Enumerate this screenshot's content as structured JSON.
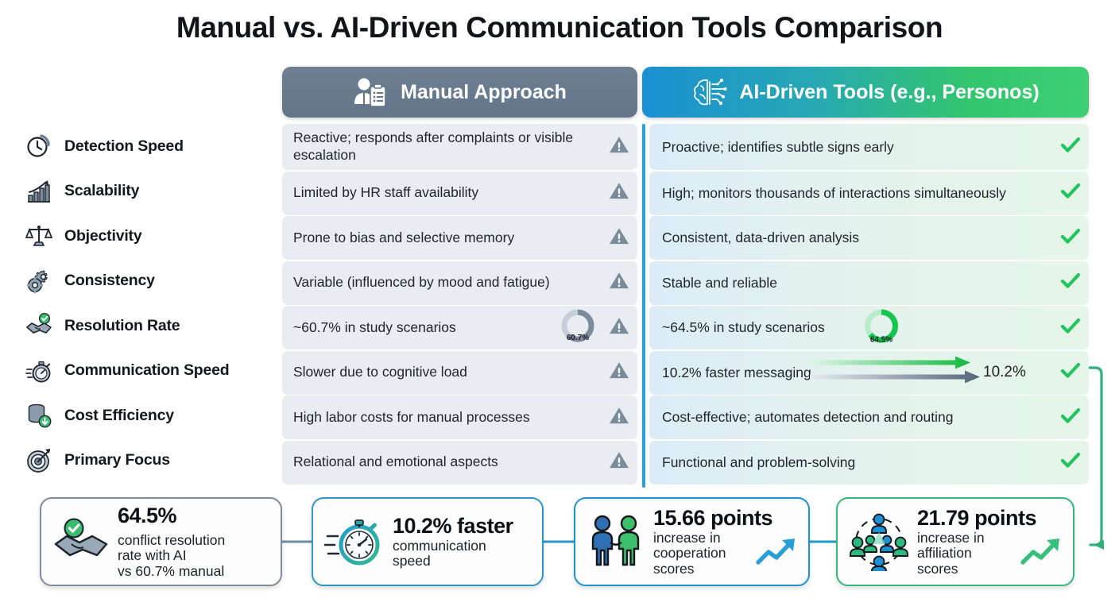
{
  "title": "Manual vs. AI-Driven Communication Tools Comparison",
  "headers": {
    "manual": {
      "label": "Manual Approach",
      "icon": "person-clipboard-icon",
      "color": "#627589"
    },
    "ai": {
      "label": "AI-Driven Tools (e.g., Personos)",
      "icon": "ai-brain-circuit-icon",
      "color_from": "#1b8fd1",
      "color_to": "#3ecf73"
    }
  },
  "rows": [
    {
      "label": "Detection Speed",
      "icon": "clock-refresh-icon",
      "manual": "Reactive; responds after complaints or visible escalation",
      "ai": "Proactive; identifies subtle signs early"
    },
    {
      "label": "Scalability",
      "icon": "bar-chart-growth-icon",
      "manual": "Limited by HR staff availability",
      "ai": "High; monitors thousands of interactions simultaneously"
    },
    {
      "label": "Objectivity",
      "icon": "balance-scale-icon",
      "manual": "Prone to bias and selective memory",
      "ai": "Consistent, data-driven analysis"
    },
    {
      "label": "Consistency",
      "icon": "gears-icon",
      "manual": "Variable (influenced by mood and fatigue)",
      "ai": "Stable and reliable"
    },
    {
      "label": "Resolution Rate",
      "icon": "handshake-check-icon",
      "manual": "~60.7% in study scenarios",
      "ai": "~64.5% in study scenarios",
      "manual_donut": "60.7%",
      "ai_donut": "64.5%"
    },
    {
      "label": "Communication Speed",
      "icon": "stopwatch-icon",
      "manual": "Slower due to cognitive load",
      "ai": "10.2% faster messaging",
      "ai_arrow_value": "10.2%"
    },
    {
      "label": "Cost Efficiency",
      "icon": "coins-down-icon",
      "manual": "High labor costs for manual processes",
      "ai": "Cost-effective; automates detection and routing"
    },
    {
      "label": "Primary Focus",
      "icon": "target-arrow-icon",
      "manual": "Relational and emotional aspects",
      "ai": "Functional and problem-solving"
    }
  ],
  "cards": [
    {
      "icon": "handshake-check-icon",
      "value": "64.5%",
      "label_inline": "conflict resolution",
      "label_line2": "rate with AI",
      "label_line3": "vs 60.7% manual",
      "border_color": "#7e8c9c"
    },
    {
      "icon": "stopwatch-icon",
      "value": "10.2% faster",
      "label_line2": "communication",
      "label_line3": "speed",
      "border_color": "#2b97c4"
    },
    {
      "icon": "two-people-handshake-icon",
      "value": "15.66 points",
      "label_line2": "increase in",
      "label_line3": "cooperation scores",
      "trend": "trend-up-arrow-icon",
      "border_color": "#1a93cf"
    },
    {
      "icon": "network-people-icon",
      "value": "21.79 points",
      "label_line2": "increase in",
      "label_line3": "affiliation scores",
      "trend": "trend-up-arrow-icon",
      "border_color": "#33b97a"
    }
  ],
  "icons": {
    "warning": "warning-triangle-icon",
    "check": "check-mark-icon"
  }
}
